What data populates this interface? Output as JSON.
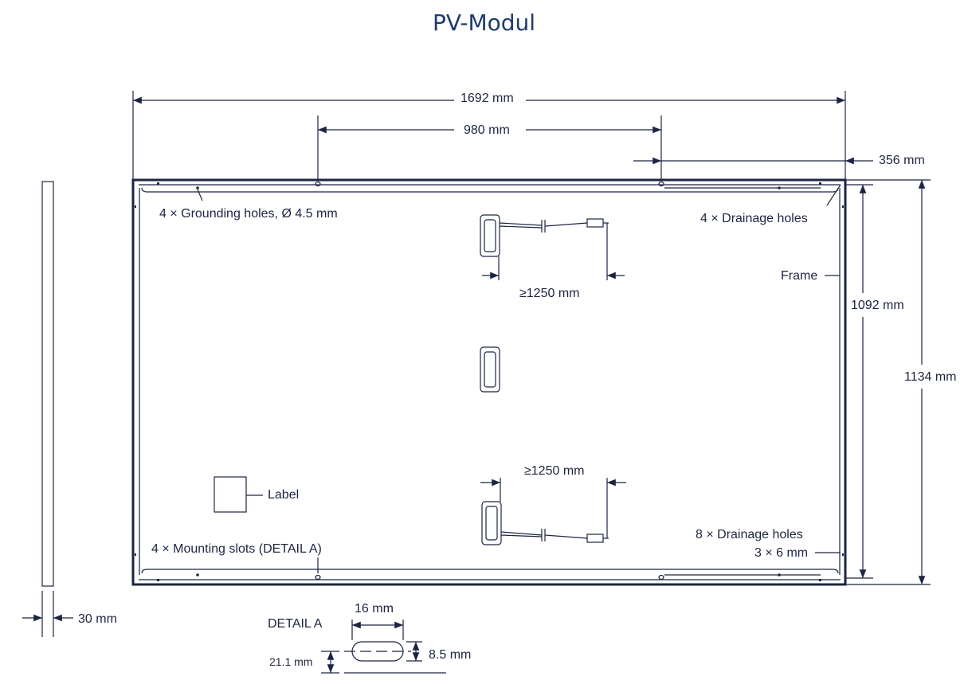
{
  "title": "PV-Modul",
  "colors": {
    "title": "#1f3c6e",
    "line": "#1c2541"
  },
  "dimensions": {
    "width_total": "1692 mm",
    "hole_spacing": "980 mm",
    "hole_offset": "356 mm",
    "inner_height": "1092 mm",
    "height_total": "1134 mm",
    "thickness": "30 mm",
    "cable_top": "≥1250 mm",
    "cable_bottom": "≥1250 mm"
  },
  "labels": {
    "grounding_holes": "4 × Grounding holes, Ø 4.5 mm",
    "drainage_top": "4 × Drainage holes",
    "frame": "Frame",
    "label_box": "Label",
    "mounting_slots": "4 × Mounting slots (DETAIL A)",
    "drainage_bottom_1": "8 × Drainage holes",
    "drainage_bottom_2": "3 × 6 mm"
  },
  "detail_a": {
    "title": "DETAIL A",
    "slot_length": "16 mm",
    "slot_width": "8.5 mm",
    "offset": "21.1 mm"
  }
}
